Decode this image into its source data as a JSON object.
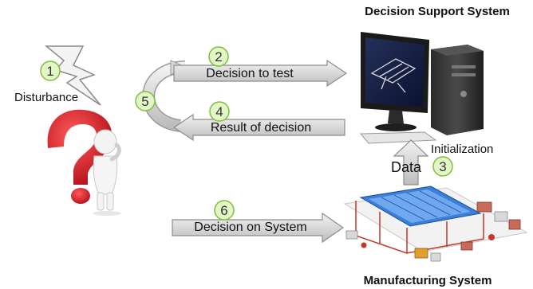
{
  "steps": {
    "s1": "1",
    "s2": "2",
    "s3": "3",
    "s4": "4",
    "s5": "5",
    "s6": "6"
  },
  "labels": {
    "disturbance": "Disturbance",
    "decision_support_system": "Decision Support System",
    "decision_to_test": "Decision to test",
    "result_of_decision": "Result of decision",
    "initialization": "Initialization",
    "data": "Data",
    "decision_on_system": "Decision on System",
    "manufacturing_system": "Manufacturing System"
  },
  "colors": {
    "step_circle_fill": "#e3f6c6",
    "step_circle_stroke": "#7fbf3f",
    "arrow_fill": "#d9d9d9",
    "question_mark": "#e0202a"
  }
}
